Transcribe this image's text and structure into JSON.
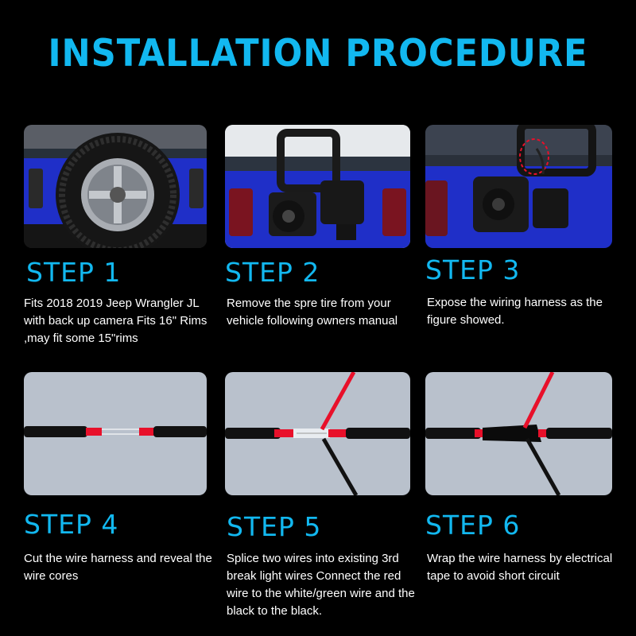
{
  "title": "INSTALLATION PROCEDURE",
  "steps": [
    {
      "label": "STEP 1",
      "text": "Fits 2018 2019 Jeep Wrangler JL with back up camera Fits 16\" Rims ,may fit some 15\"rims"
    },
    {
      "label": "STEP 2",
      "text": "Remove the spre tire from your vehicle following owners manual"
    },
    {
      "label": "STEP 3",
      "text": "Expose the wiring harness as the figure showed."
    },
    {
      "label": "STEP 4",
      "text": "Cut the wire harness and reveal the wire cores"
    },
    {
      "label": "STEP 5",
      "text": "Splice two wires into existing 3rd break light wires Connect the red wire to the white/green wire and the black to the black."
    },
    {
      "label": "STEP 6",
      "text": "Wrap the wire harness by electrical tape to avoid short circuit"
    }
  ],
  "colors": {
    "accent": "#12b8f0",
    "background": "#000000",
    "jeep_blue": "#1f2fc8",
    "wire_red": "#e8102a"
  }
}
